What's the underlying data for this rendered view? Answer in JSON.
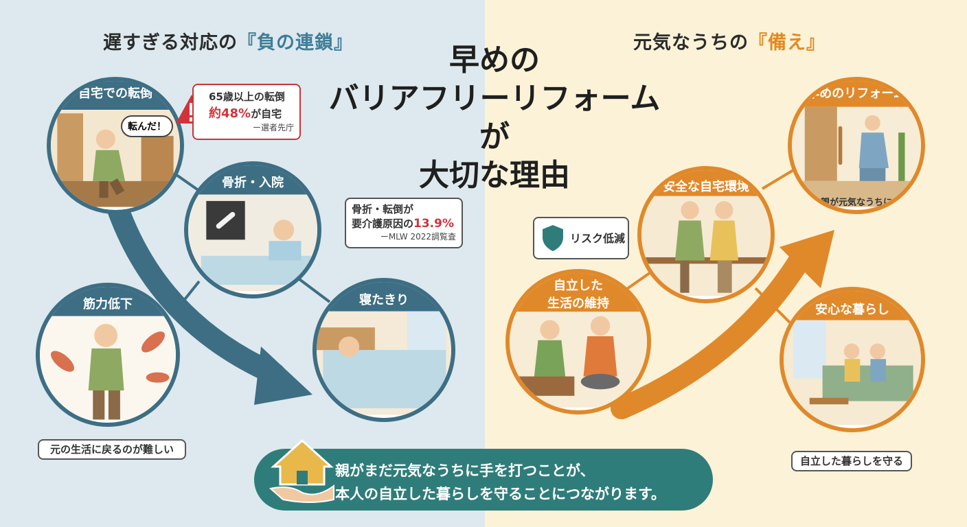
{
  "main_title": {
    "line1": "早めの",
    "line2": "バリアフリーリフォームが",
    "line3": "大切な理由"
  },
  "left": {
    "title_prefix": "遅すぎる対応の",
    "title_highlight": "『負の連鎖』",
    "circles": {
      "fall": {
        "caption": "自宅での転倒",
        "speech": "転んだ！"
      },
      "fracture": {
        "caption": "骨折・入院"
      },
      "muscle": {
        "caption": "筋力低下"
      },
      "bedridden": {
        "caption": "寝たきり"
      }
    },
    "callout_fall": {
      "line1": "65歳以上の転倒",
      "line2_red": "約48%",
      "line2_rest": "が自宅",
      "source": "ー選者先庁"
    },
    "callout_care": {
      "line1": "骨折・転倒が",
      "line2_pre": "要介護原因の",
      "line2_red": "13.9%",
      "source": "ーMLW 2022調覧査"
    },
    "badge": "元の生活に戻るのが難しい"
  },
  "right": {
    "title_prefix": "元気なうちの",
    "title_highlight": "『備え』",
    "circles": {
      "early": {
        "caption": "早めのリフォーム",
        "sub": "親が元気なうちに"
      },
      "safe": {
        "caption": "安全な自宅環境"
      },
      "independent": {
        "caption_line1": "自立した",
        "caption_line2": "生活の維持"
      },
      "peace": {
        "caption": "安心な暮らし"
      }
    },
    "risk_label": "リスク低減",
    "badge": "自立した暮らしを守る"
  },
  "banner": {
    "line1": "親がまだ元気なうちに手を打つことが、",
    "line2": "本人の自立した暮らしを守ることにつながります。"
  },
  "colors": {
    "blue_accent": "#3d6e84",
    "orange_accent": "#e0892a",
    "alert_red": "#d0343a",
    "banner_teal": "#2f7d7a"
  }
}
